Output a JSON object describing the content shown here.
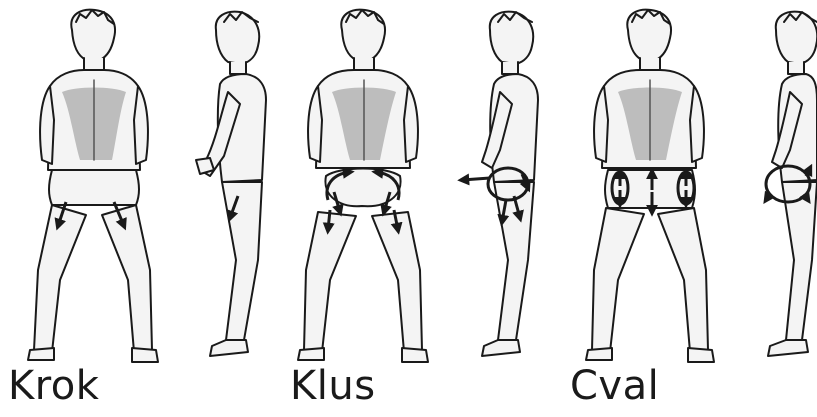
{
  "labels": {
    "walk": "Krok",
    "trot": "Klus",
    "canter": "Cval"
  },
  "colors": {
    "ink": "#1a1a1a",
    "skin_fill": "#f4f4f4",
    "shade": "#b9b9b9",
    "paper": "#ffffff"
  }
}
